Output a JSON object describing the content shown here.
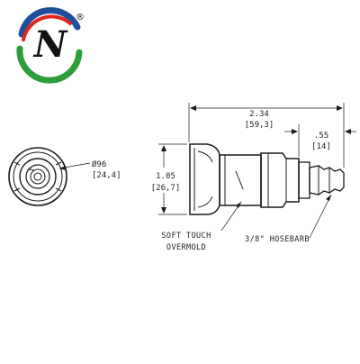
{
  "logo": {
    "letter": "N",
    "registered_mark": "®",
    "colors": {
      "red": "#e0261c",
      "green": "#2e9e3b",
      "blue": "#1f4e9a"
    }
  },
  "diagram": {
    "diameter": {
      "inch": "Ø96",
      "mm": "[24,4]"
    },
    "height": {
      "inch": "1.05",
      "mm": "[26,7]"
    },
    "overall_length": {
      "inch": "2.34",
      "mm": "[59,3]"
    },
    "barb_length": {
      "inch": ".55",
      "mm": "[14]"
    },
    "callouts": {
      "overmold_line1": "SOFT TOUCH",
      "overmold_line2": "OVERMOLD",
      "hosebarb": "3/8\" HOSEBARB"
    }
  }
}
